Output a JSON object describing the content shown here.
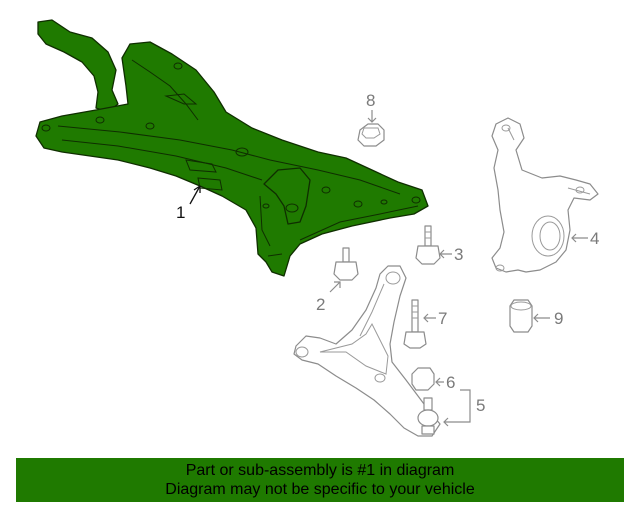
{
  "diagram": {
    "callouts": [
      {
        "id": "1",
        "label": "1"
      },
      {
        "id": "2",
        "label": "2"
      },
      {
        "id": "3",
        "label": "3"
      },
      {
        "id": "4",
        "label": "4"
      },
      {
        "id": "5",
        "label": "5"
      },
      {
        "id": "6",
        "label": "6"
      },
      {
        "id": "7",
        "label": "7"
      },
      {
        "id": "8",
        "label": "8"
      },
      {
        "id": "9",
        "label": "9"
      }
    ],
    "highlight_color": "#1f7a00",
    "outline_color": "#8c8c8c"
  },
  "banner": {
    "line1": "Part or sub-assembly is #1 in diagram",
    "line2": "Diagram may not be specific to your vehicle",
    "background": "#1f7a00"
  }
}
